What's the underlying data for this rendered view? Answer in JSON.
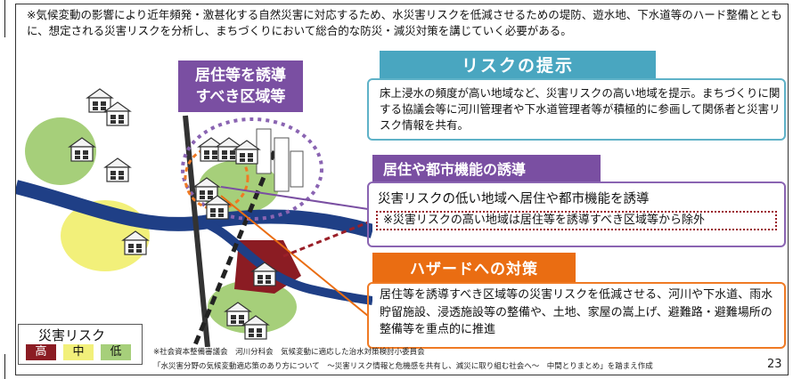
{
  "intro": "※気候変動の影響により近年頻発・激甚化する自然災害に対応するため、水災害リスクを低減させるための堤防、遊水地、下水道等のハード整備とともに、想定される災害リスクを分析し、まちづくりにおいて総合的な防災・減災対策を講じていく必要がある。",
  "map_label": {
    "line1": "居住等を誘導",
    "line2": "すべき区域等"
  },
  "sections": {
    "risk": {
      "title": "リスクの提示",
      "body": "床上浸水の頻度が高い地域など、災害リスクの高い地域を提示。まちづくりに関する協議会等に河川管理者や下水道管理者等が積極的に参画して関係者と災害リスク情報を共有。"
    },
    "guide": {
      "title": "居住や都市機能の誘導",
      "body": "災害リスクの低い地域へ居住や都市機能を誘導",
      "note": "※災害リスクの高い地域は居住等を誘導すべき区域等から除外"
    },
    "hazard": {
      "title": "ハザードへの対策",
      "body": "居住等を誘導すべき区域等の災害リスクを低減させる、河川や下水道、雨水貯留施設、浸透施設等の整備や、土地、家屋の嵩上げ、避難路・避難場所の整備等を重点的に推進"
    }
  },
  "legend": {
    "title": "災害リスク",
    "high": "高",
    "mid": "中",
    "low": "低"
  },
  "footer": {
    "line1": "※社会資本整備審議会　河川分科会　気候変動に適応した治水対策検討小委員会",
    "line2": "「水災害分野の気候変動適応策のあり方について　～災害リスク情報と危機感を共有し、減災に取り組む社会へ～　中間とりまとめ」を踏まえ作成",
    "page": "23"
  },
  "colors": {
    "risk_header": "#49a6c0",
    "guide_header": "#7a4fa2",
    "hazard_header": "#ea6d12",
    "high_risk": "#8b1c23",
    "mid_risk": "#f2f07a",
    "low_risk": "#a6cf7a",
    "river": "#1f3f86"
  },
  "icons": [
    "house-icon",
    "building-icon",
    "railway-icon",
    "river-icon"
  ]
}
